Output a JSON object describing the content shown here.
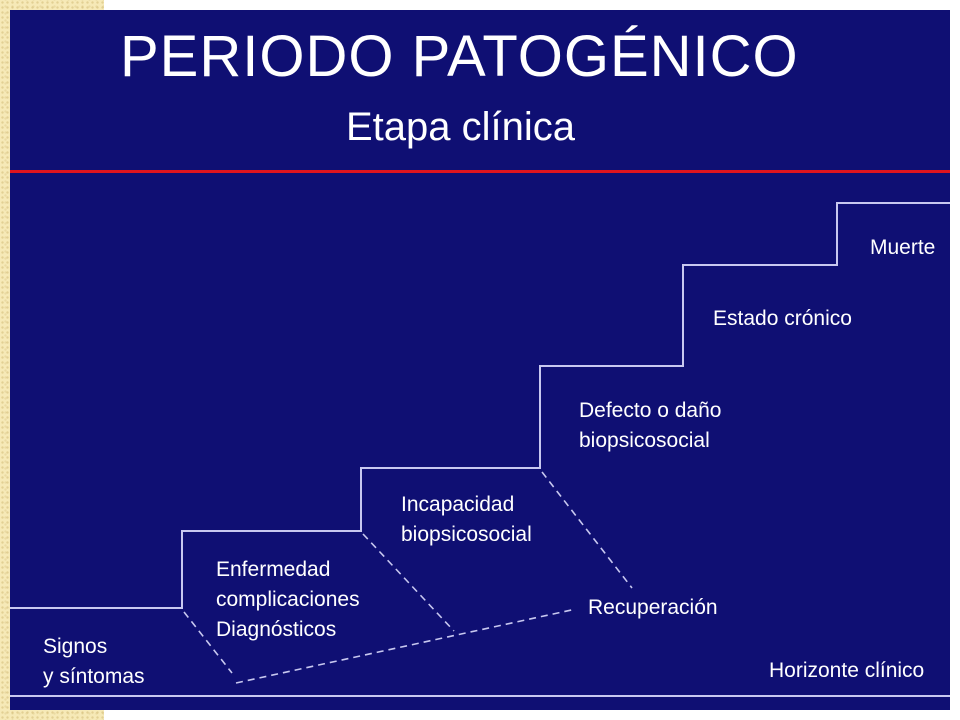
{
  "title": "PERIODO PATOGÉNICO",
  "subtitle": "Etapa clínica",
  "steps": {
    "signos": [
      "Signos",
      "y síntomas"
    ],
    "enfermedad": [
      "Enfermedad",
      "complicaciones",
      "Diagnósticos"
    ],
    "incapacidad": [
      "Incapacidad",
      "biopsicosocial"
    ],
    "defecto": [
      "Defecto o daño",
      "biopsicosocial"
    ],
    "cronico": "Estado crónico",
    "muerte": "Muerte"
  },
  "recuperacion": "Recuperación",
  "horizonte": "Horizonte clínico",
  "colors": {
    "background": "#0f0f73",
    "text": "#ffffff",
    "rule": "#e0141e",
    "lines": "#c8c8f0",
    "side_strip": "#f6e9b7"
  }
}
